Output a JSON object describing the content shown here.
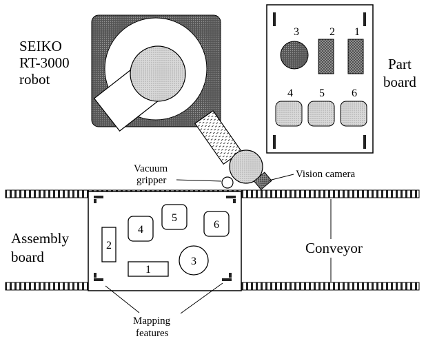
{
  "labels": {
    "robot": [
      "SEIKO",
      "RT-3000",
      "robot"
    ],
    "part_board": [
      "Part",
      "board"
    ],
    "vacuum_gripper": [
      "Vacuum",
      "gripper"
    ],
    "vision_camera": "Vision camera",
    "assembly_board": [
      "Assembly",
      "board"
    ],
    "conveyor": "Conveyor",
    "mapping_features": [
      "Mapping",
      "features"
    ]
  },
  "part_board_slots": [
    "3",
    "2",
    "1",
    "4",
    "5",
    "6"
  ],
  "assembly_parts": [
    "2",
    "4",
    "5",
    "6",
    "3",
    "1"
  ],
  "colors": {
    "robot_base": "#3a3a3a",
    "dark_part": "#4a4a4a",
    "light_part": "#dcdcdc",
    "arm": "#d0d0d0"
  }
}
